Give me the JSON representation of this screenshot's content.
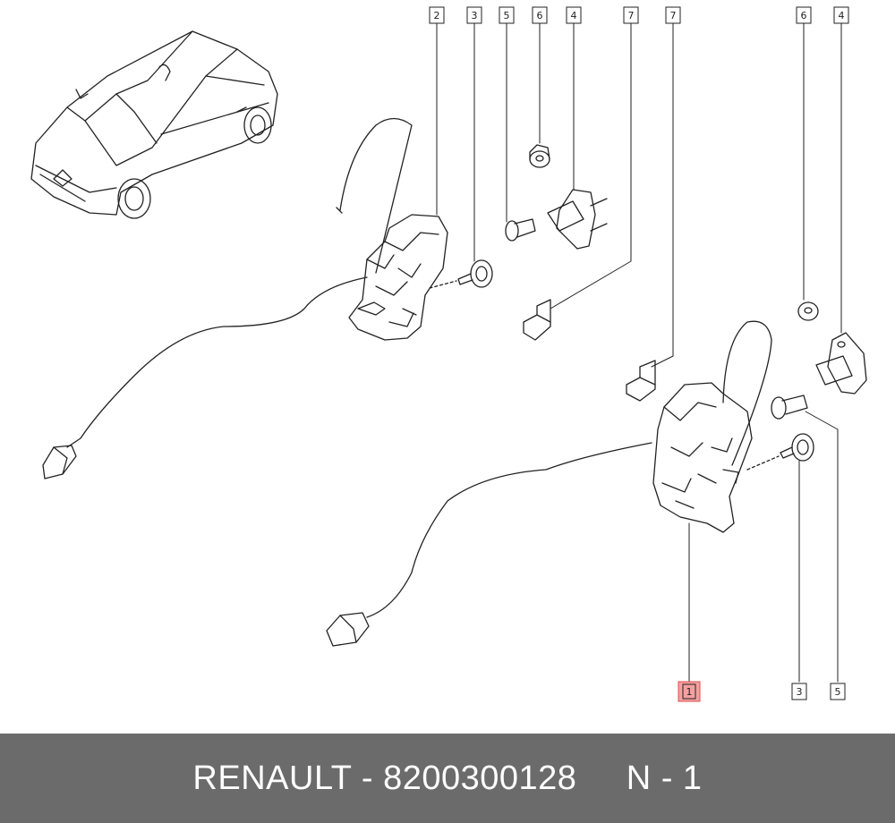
{
  "diagram": {
    "callouts": [
      "2",
      "3",
      "5",
      "6",
      "4",
      "7",
      "7",
      "6",
      "4",
      "1",
      "3",
      "5"
    ],
    "highlight_color": "#f4a0a0",
    "icons": [
      "car-icon",
      "door-lock-actuator-icon",
      "cable-icon",
      "connector-icon",
      "bolt-icon",
      "nut-icon",
      "striker-icon",
      "bracket-icon"
    ]
  },
  "footer": {
    "brand": "RENAULT",
    "separator": "-",
    "part_number": "8200300128",
    "ref": "N - 1",
    "background": "#6b6b6b"
  }
}
